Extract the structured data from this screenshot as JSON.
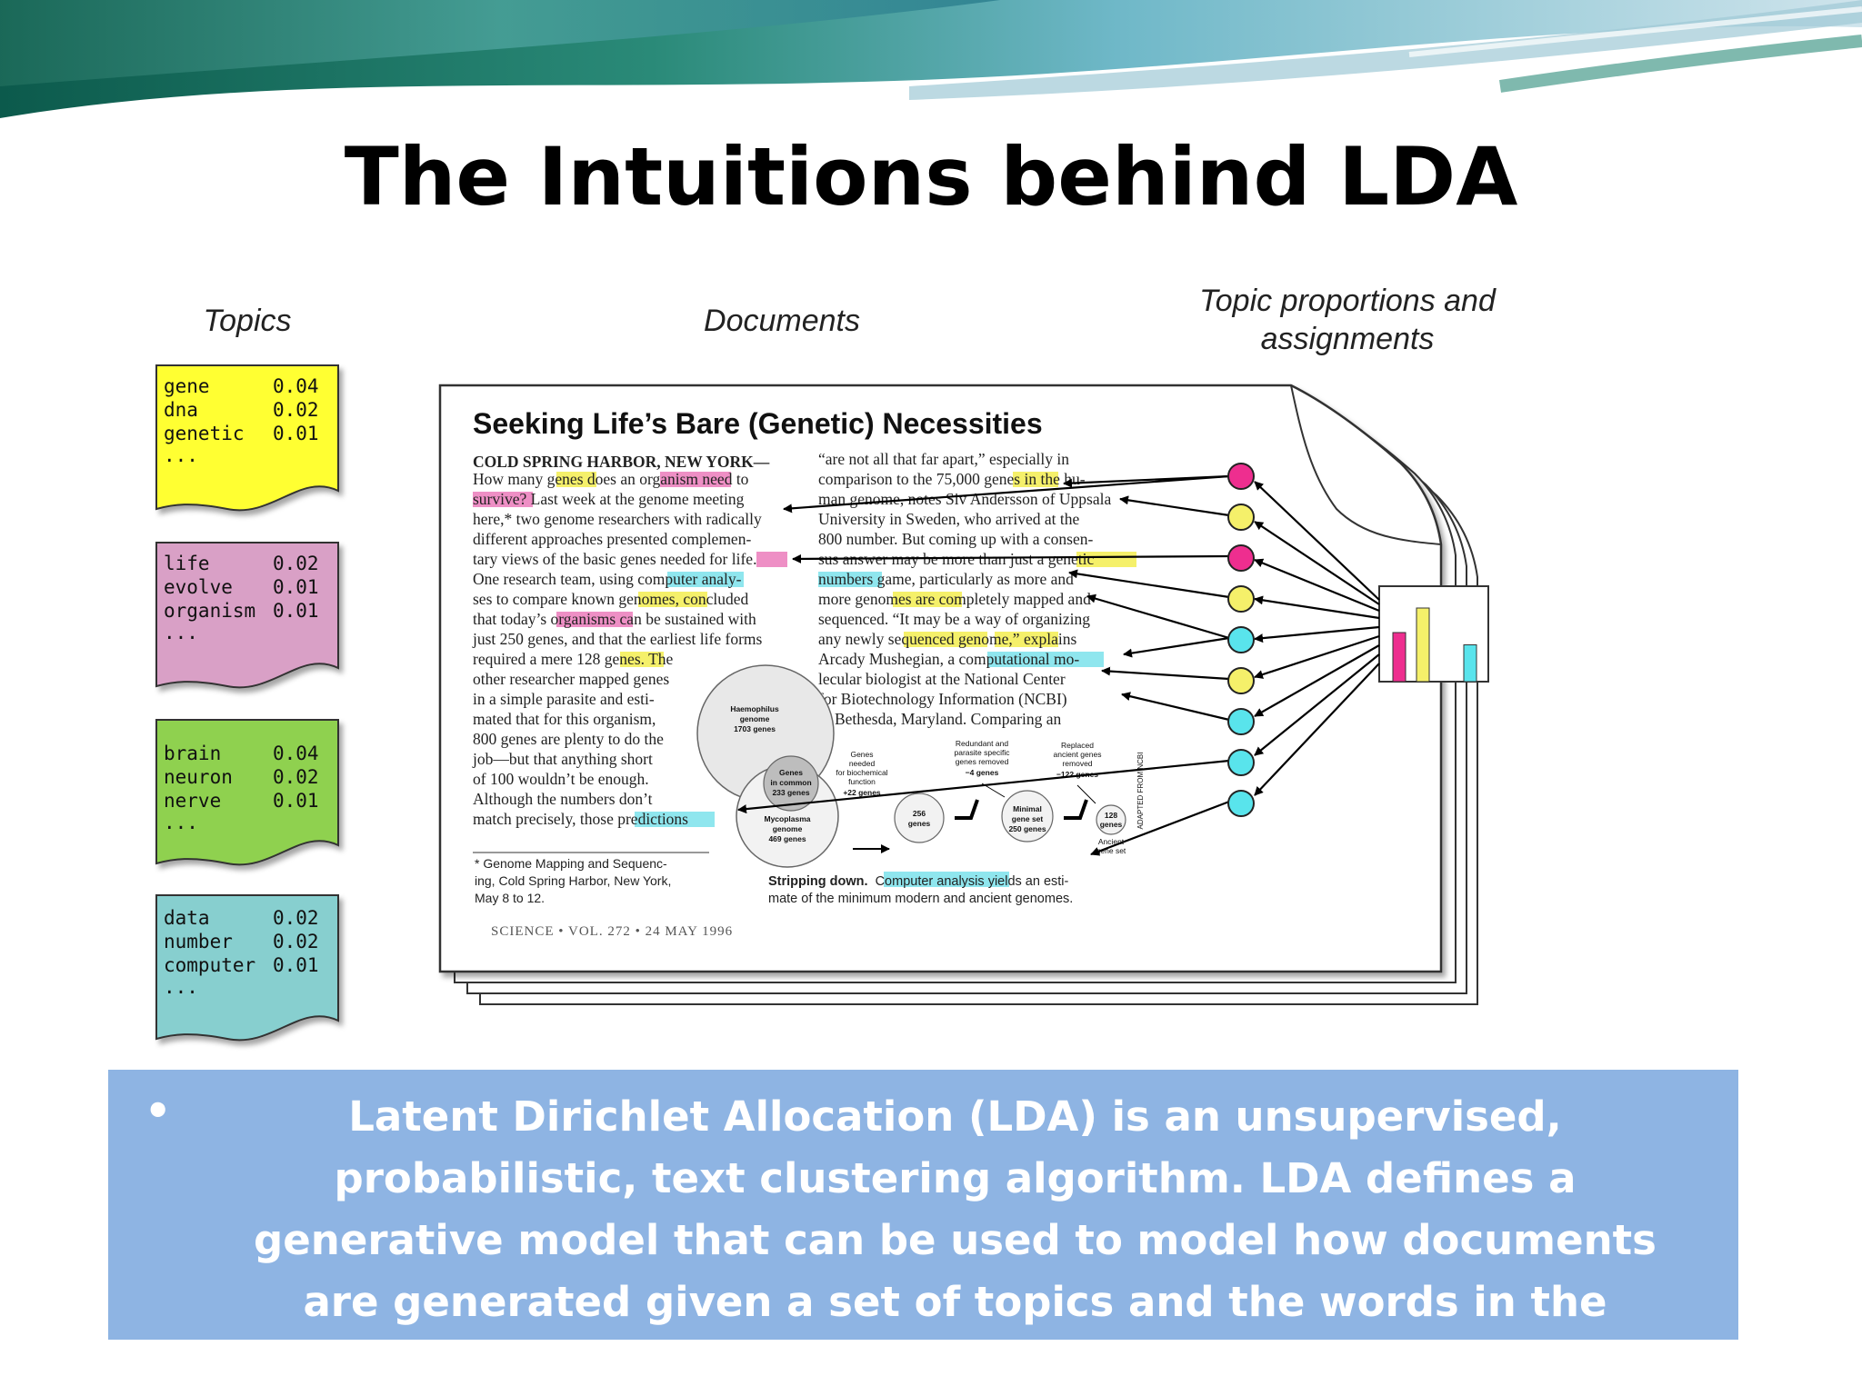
{
  "slide": {
    "title": "The Intuitions behind LDA",
    "bullet": "Latent Dirichlet Allocation (LDA) is an unsupervised, probabilistic, text clustering algorithm. LDA defines a generative model that can be used to model how documents are generated given a set of topics and the words in the topics;",
    "bullet_symbol": "•"
  },
  "diagram": {
    "label_topics": "Topics",
    "label_documents": "Documents",
    "label_proportions_line1": "Topic proportions and",
    "label_proportions_line2": "assignments",
    "topics": [
      {
        "color": "#ffff33",
        "words": [
          [
            "gene",
            "0.04"
          ],
          [
            "dna",
            "0.02"
          ],
          [
            "genetic",
            "0.01"
          ]
        ],
        "ellipsis": "..."
      },
      {
        "color": "#d9a0c6",
        "words": [
          [
            "life",
            "0.02"
          ],
          [
            "evolve",
            "0.01"
          ],
          [
            "organism",
            "0.01"
          ]
        ],
        "ellipsis": "..."
      },
      {
        "color": "#8fd14f",
        "words": [
          [
            "brain",
            "0.04"
          ],
          [
            "neuron",
            "0.02"
          ],
          [
            "nerve",
            "0.01"
          ]
        ],
        "ellipsis": "..."
      },
      {
        "color": "#87cfcf",
        "words": [
          [
            "data",
            "0.02"
          ],
          [
            "number",
            "0.02"
          ],
          [
            "computer",
            "0.01"
          ]
        ],
        "ellipsis": "..."
      }
    ],
    "article": {
      "headline": "Seeking Life’s Bare (Genetic) Necessities",
      "dateline": "COLD SPRING HARBOR, NEW YORK—",
      "col1": [
        "How many genes does an organism need to",
        "survive? Last week at the genome meeting",
        "here,* two genome researchers with radically",
        "different approaches presented complemen-",
        "tary views of the basic genes needed for life.",
        "One research team, using computer analy-",
        "ses to compare known genomes, concluded",
        "that today’s organisms can be sustained with",
        "just 250 genes, and that the earliest life forms",
        "required a mere 128 genes. The",
        "other researcher mapped genes",
        "in a simple parasite and esti-",
        "mated that for this organism,",
        "800 genes are plenty to do the",
        "job—but that anything short",
        "of 100 wouldn’t be enough.",
        "Although the numbers don’t",
        "match precisely, those predictions"
      ],
      "col2": [
        "“are not all that far apart,” especially in",
        "comparison to the 75,000 genes in the hu-",
        "man genome, notes Siv Andersson of Uppsala",
        "University in Sweden, who arrived at the",
        "800 number. But coming up with a consen-",
        "sus answer may be more than just a genetic",
        "numbers game, particularly as more and",
        "more genomes are completely mapped and",
        "sequenced. “It may be a way of organizing",
        "any newly sequenced genome,” explains",
        "Arcady Mushegian, a computational mo-",
        "lecular biologist at the National Center",
        "for Biotechnology Information (NCBI)",
        "in Bethesda, Maryland. Comparing an"
      ],
      "footnote": [
        "* Genome Mapping and Sequenc-",
        "ing, Cold Spring Harbor, New York,",
        "May 8 to 12."
      ],
      "caption_bold": "Stripping down.",
      "caption_highlight": "Computer analysis",
      "caption_rest1": " yields an esti-",
      "caption_rest2": "mate of the minimum modern and ancient genomes.",
      "footer": "SCIENCE • VOL. 272 • 24 MAY 1996",
      "figure_labels": {
        "haemophilus": [
          "Haemophilus",
          "genome",
          "1703 genes"
        ],
        "common": [
          "Genes",
          "in common",
          "233 genes"
        ],
        "mycoplasma": [
          "Mycoplasma",
          "genome",
          "469 genes"
        ],
        "c256": [
          "256",
          "genes"
        ],
        "minimal": [
          "Minimal",
          "gene set",
          "250 genes"
        ],
        "c128": [
          "128",
          "genes"
        ],
        "needed": [
          "Genes",
          "needed",
          "for biochemical",
          "function",
          "+22 genes"
        ],
        "redundant": [
          "Redundant and",
          "parasite specific",
          "genes removed",
          "−4 genes"
        ],
        "replaced": [
          "Replaced",
          "ancient genes",
          "removed",
          "−122 genes"
        ],
        "ancient": [
          "Ancient",
          "gene set"
        ],
        "credit": "ADAPTED FROM NCBI"
      }
    },
    "assignment_dot_colors": [
      "#ee2e8f",
      "#f5f06a",
      "#ee2e8f",
      "#f5f06a",
      "#59e4ec",
      "#f5f06a",
      "#59e4ec",
      "#59e4ec",
      "#59e4ec"
    ],
    "proportion_bars": [
      {
        "color": "#ee2e8f",
        "value": 0.6
      },
      {
        "color": "#f5f06a",
        "value": 0.9
      },
      {
        "color": "#8fd14f",
        "value": 0.0
      },
      {
        "color": "#59e4ec",
        "value": 0.45
      }
    ]
  }
}
